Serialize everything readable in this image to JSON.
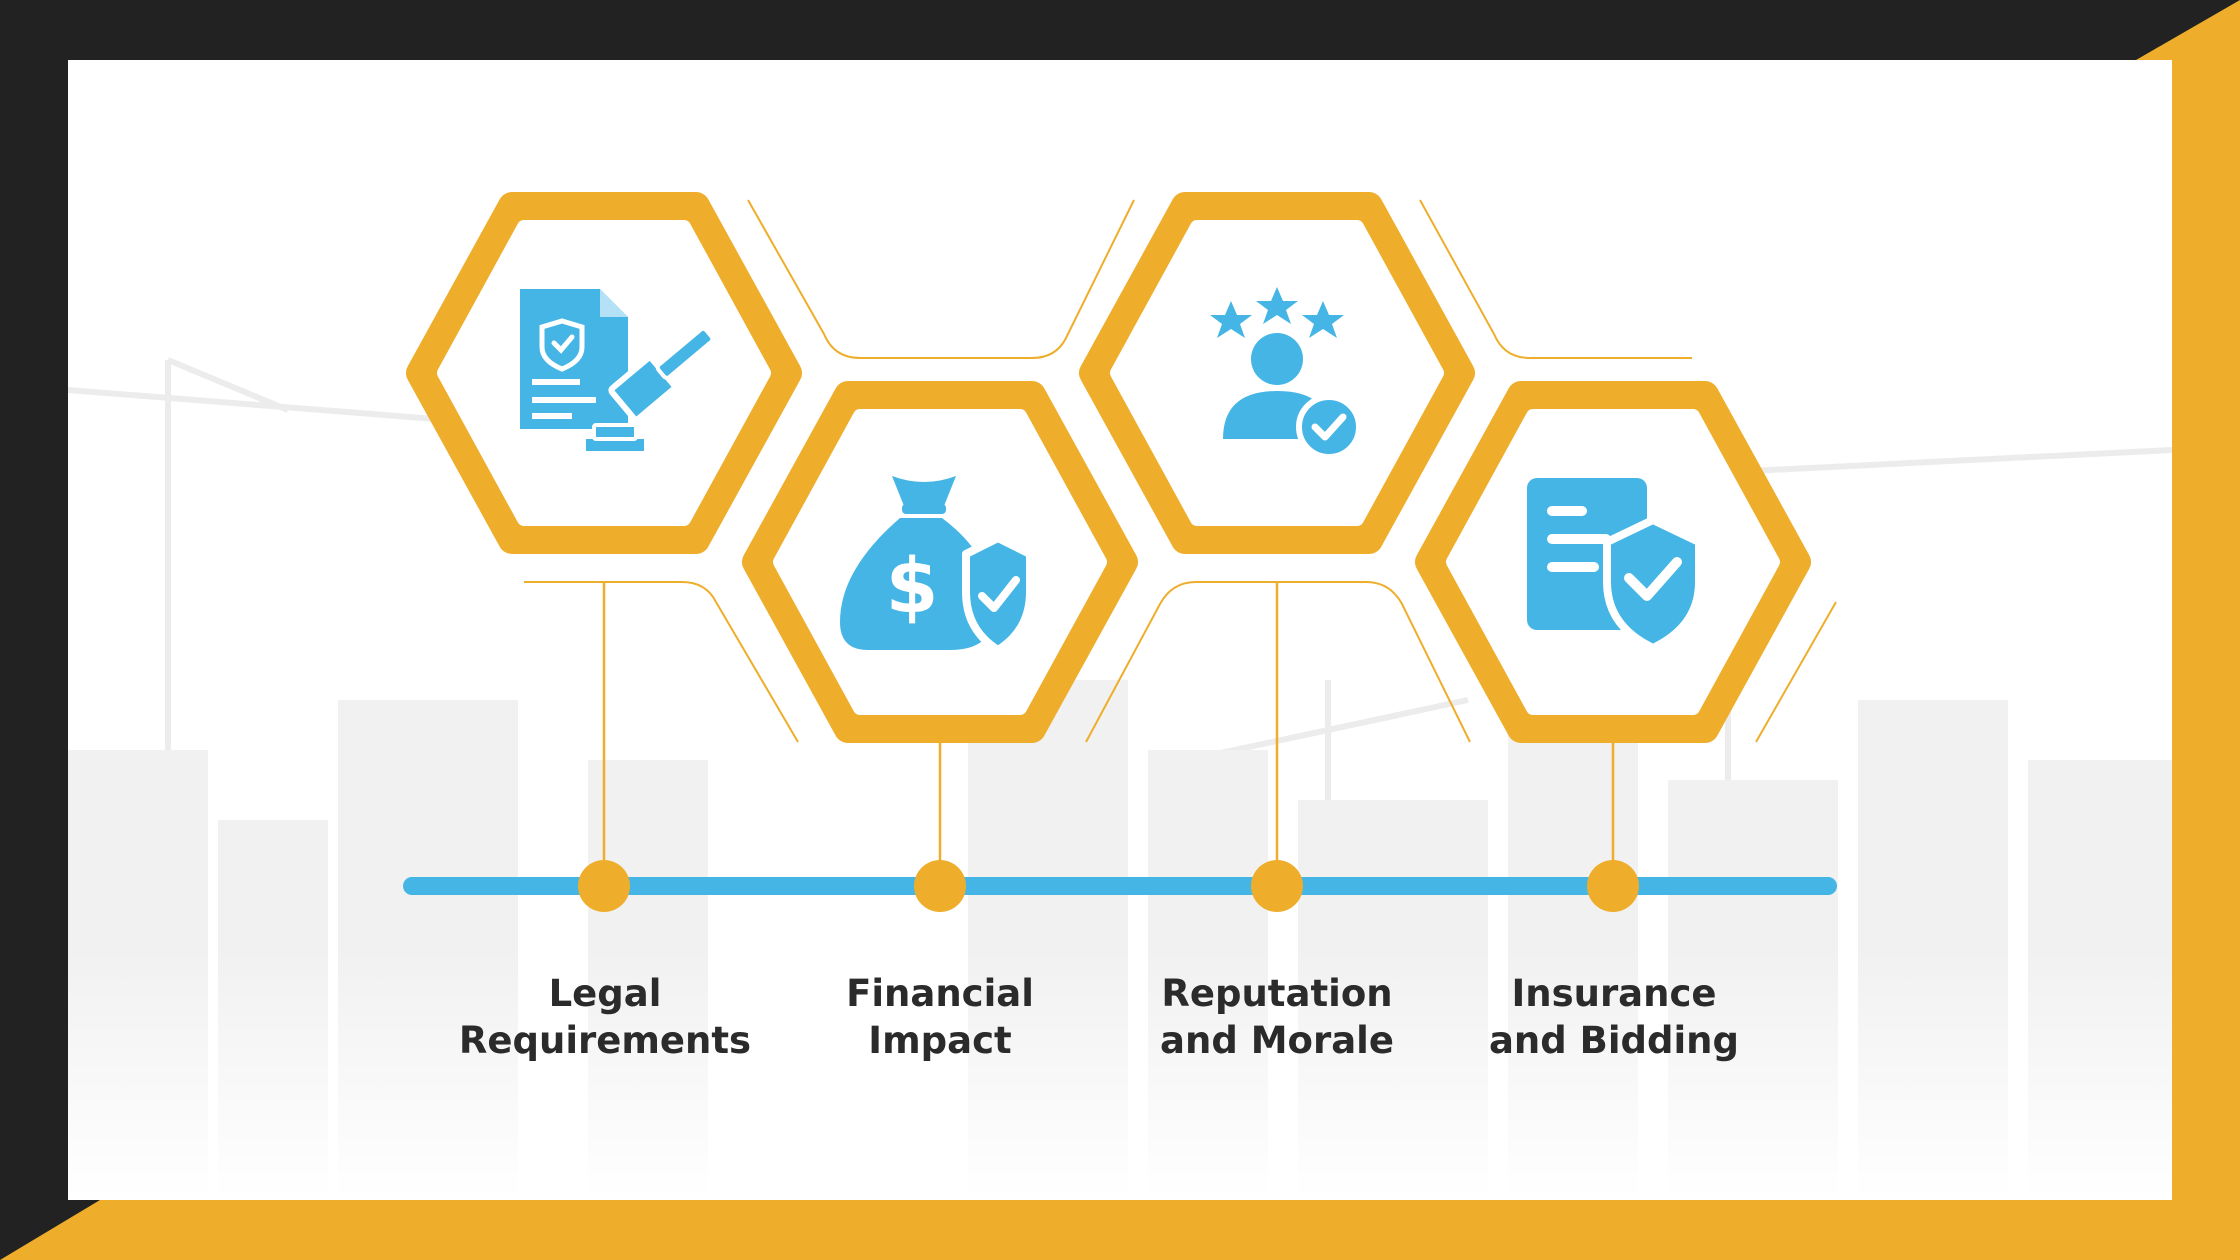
{
  "colors": {
    "accent": "#EEAE2B",
    "icon": "#45B5E5",
    "timeline": "#45B5E5",
    "dark": "#222222",
    "card": "#FFFFFF",
    "text": "#2B2B2B"
  },
  "items": [
    {
      "id": "legal",
      "icon": "legal-document-gavel-icon",
      "label_lines": [
        "Legal",
        "Requirements"
      ]
    },
    {
      "id": "financial",
      "icon": "money-bag-shield-icon",
      "label_lines": [
        "Financial",
        "Impact"
      ]
    },
    {
      "id": "reputation",
      "icon": "person-stars-check-icon",
      "label_lines": [
        "Reputation",
        "and Morale"
      ]
    },
    {
      "id": "insurance",
      "icon": "document-shield-icon",
      "label_lines": [
        "Insurance",
        "and Bidding"
      ]
    }
  ]
}
